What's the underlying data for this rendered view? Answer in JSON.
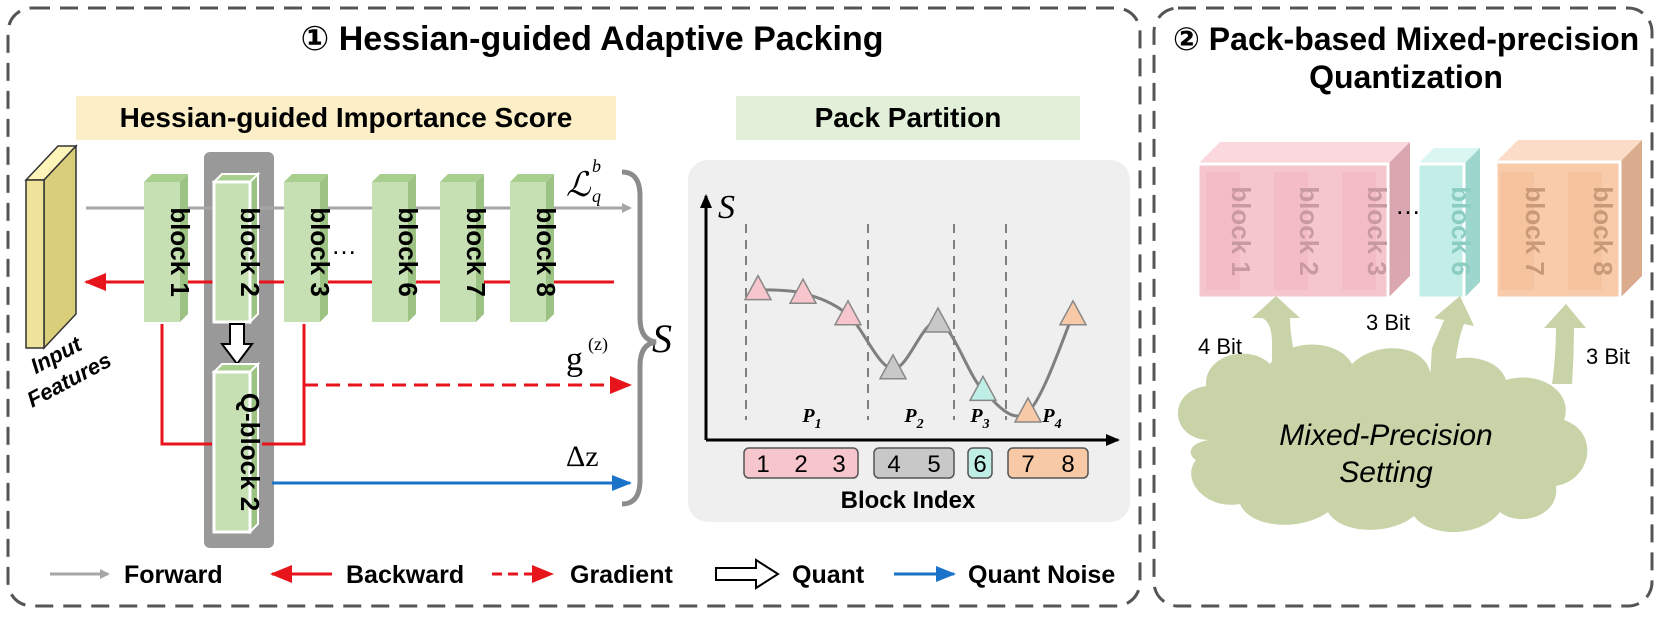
{
  "panel1": {
    "title": "① Hessian-guided Adaptive Packing",
    "importance_header": "Hessian-guided Importance Score",
    "pack_header": "Pack Partition",
    "input_label_1": "Input",
    "input_label_2": "Features",
    "blocks": [
      "block 1",
      "block 2",
      "block 3",
      "block 6",
      "block 7",
      "block 8"
    ],
    "ellipsis": "…",
    "qblock": "Q-block 2",
    "loss_label": "ℒ",
    "loss_sup": "b",
    "loss_sub": "q",
    "grad_label": "g",
    "grad_sup": "(z)",
    "noise_label": "Δz",
    "s_label": "S",
    "legend": [
      {
        "label": "Forward",
        "color": "#a6a6a6",
        "style": "solid"
      },
      {
        "label": "Backward",
        "color": "#e8141c",
        "style": "solid"
      },
      {
        "label": "Gradient",
        "color": "#e8141c",
        "style": "dashed"
      },
      {
        "label": "Quant",
        "color": "#000000",
        "style": "hollow"
      },
      {
        "label": "Quant Noise",
        "color": "#1a73c8",
        "style": "solid"
      }
    ]
  },
  "plot": {
    "y_axis_label": "S",
    "x_axis_label": "Block Index",
    "packs": [
      {
        "label": "P",
        "sub": "1",
        "indices": [
          "1",
          "2",
          "3"
        ],
        "color": "#f7c5cc"
      },
      {
        "label": "P",
        "sub": "2",
        "indices": [
          "4",
          "5"
        ],
        "color": "#c8c8c8"
      },
      {
        "label": "P",
        "sub": "3",
        "indices": [
          "6"
        ],
        "color": "#bfeee6"
      },
      {
        "label": "P",
        "sub": "4",
        "indices": [
          "7",
          "8"
        ],
        "color": "#f8c9a6"
      }
    ],
    "points": [
      {
        "block": 1,
        "level": 0.78,
        "color": "#f7c5cc"
      },
      {
        "block": 2,
        "level": 0.76,
        "color": "#f7c5cc"
      },
      {
        "block": 3,
        "level": 0.64,
        "color": "#f7c5cc"
      },
      {
        "block": 4,
        "level": 0.34,
        "color": "#c8c8c8"
      },
      {
        "block": 5,
        "level": 0.6,
        "color": "#c8c8c8"
      },
      {
        "block": 6,
        "level": 0.22,
        "color": "#bfeee6"
      },
      {
        "block": 7,
        "level": 0.1,
        "color": "#f8c9a6"
      },
      {
        "block": 8,
        "level": 0.64,
        "color": "#f8c9a6"
      }
    ]
  },
  "panel2": {
    "title_line1": "② Pack-based Mixed-precision",
    "title_line2": "Quantization",
    "blocks": [
      "block 1",
      "block 2",
      "block 3",
      "block 6",
      "block 7",
      "block 8"
    ],
    "ellipsis": "…",
    "bits": [
      "4 Bit",
      "3 Bit",
      "3 Bit"
    ],
    "cloud_line1": "Mixed-Precision",
    "cloud_line2": "Setting"
  },
  "colors": {
    "block_green": "#c6e0b4",
    "importance_bg": "#fcefc7",
    "pack_bg": "#e2efd9",
    "plot_bg": "#efefef",
    "cloud": "#c9d3a8"
  }
}
